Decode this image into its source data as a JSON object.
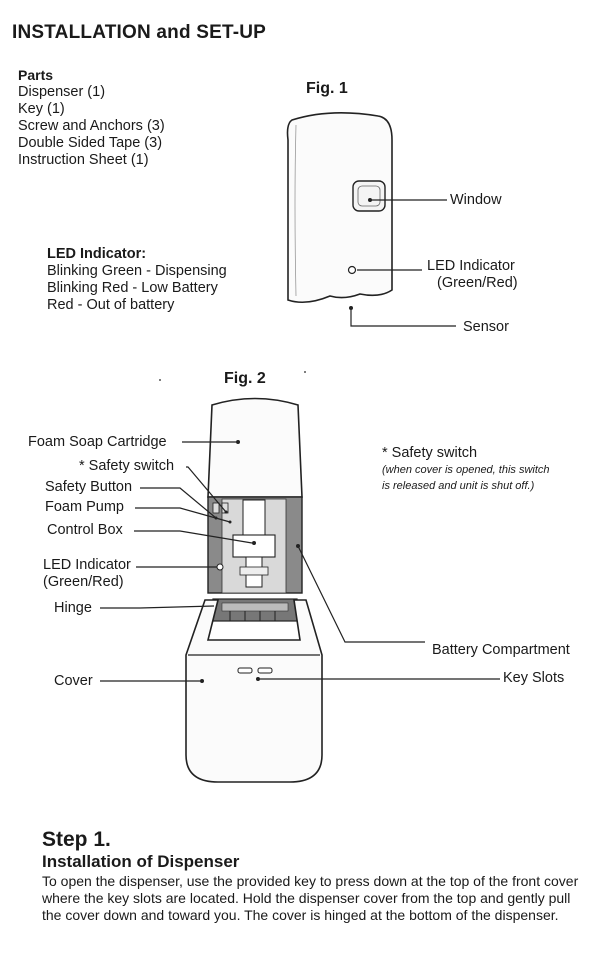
{
  "header": {
    "title": "INSTALLATION and SET-UP"
  },
  "parts": {
    "heading": "Parts",
    "items": [
      "Dispenser (1)",
      "Key (1)",
      "Screw and Anchors (3)",
      "Double Sided Tape (3)",
      "Instruction Sheet (1)"
    ]
  },
  "led": {
    "heading": "LED Indicator:",
    "items": [
      "Blinking Green - Dispensing",
      "Blinking Red - Low Battery",
      "Red - Out of battery"
    ]
  },
  "fig1": {
    "title": "Fig. 1",
    "labels": {
      "window": "Window",
      "led_line1": "LED Indicator",
      "led_line2": "(Green/Red)",
      "sensor": "Sensor"
    }
  },
  "fig2": {
    "title": "Fig. 2",
    "labels": {
      "cartridge": "Foam Soap Cartridge",
      "safety_switch": "* Safety switch",
      "safety_button": "Safety Button",
      "foam_pump": "Foam Pump",
      "control_box": "Control Box",
      "led_line1": "LED Indicator",
      "led_line2": "(Green/Red)",
      "hinge": "Hinge",
      "cover": "Cover",
      "battery": "Battery Compartment",
      "key_slots": "Key Slots"
    },
    "note": {
      "title": "* Safety switch",
      "line1": "(when cover is opened, this switch",
      "line2": "is released and unit is shut off.)"
    }
  },
  "step": {
    "number": "Step 1.",
    "subtitle": "Installation of Dispenser",
    "body": "To open the dispenser, use the provided key to press down at the top of the front cover where the key slots are located.  Hold the dispenser cover from the top and gently pull the cover down and toward you.  The cover is hinged at the bottom of the dispenser."
  }
}
